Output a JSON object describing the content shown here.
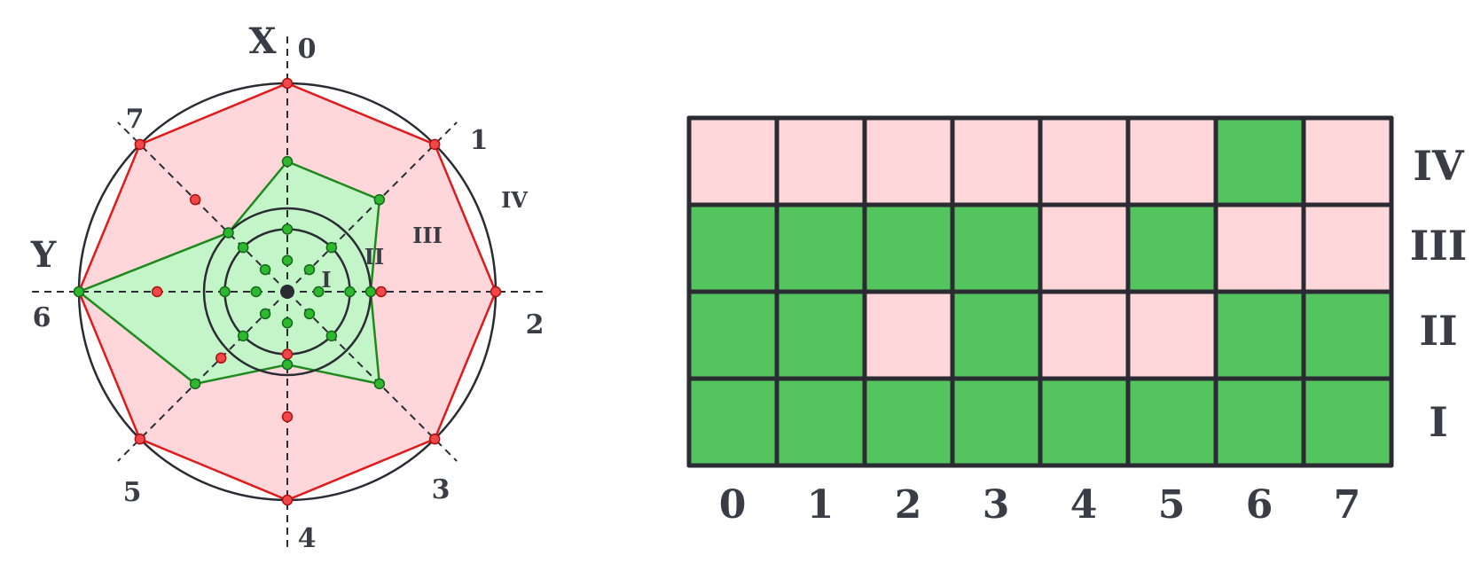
{
  "radar": {
    "axis_labels": {
      "x": "X",
      "y": "Y"
    },
    "spoke_labels": [
      "0",
      "1",
      "2",
      "3",
      "4",
      "5",
      "6",
      "7"
    ],
    "ring_labels": [
      "I",
      "II",
      "III",
      "IV"
    ],
    "levels_max": 4,
    "outer_polygon_levels": [
      4,
      4,
      4,
      4,
      4,
      4,
      4,
      4
    ],
    "inner_polygon_levels": [
      2.5,
      2.5,
      1.6,
      2.5,
      1.4,
      2.5,
      4,
      1.6
    ],
    "red_marker_levels": [
      [
        4
      ],
      [
        4
      ],
      [
        4,
        1.8
      ],
      [
        4
      ],
      [
        4,
        1.2,
        2.4
      ],
      [
        4,
        1.8
      ],
      [
        4,
        2.5
      ],
      [
        4,
        2.5
      ]
    ],
    "green_marker_levels": [
      [
        0.6,
        1.2,
        2.5
      ],
      [
        0.6,
        1.2,
        2.5
      ],
      [
        0.6,
        1.2,
        1.6
      ],
      [
        0.6,
        1.2,
        2.5
      ],
      [
        0.6,
        1.4
      ],
      [
        0.6,
        1.2,
        2.5
      ],
      [
        0.6,
        1.2,
        4
      ],
      [
        0.6,
        1.2,
        1.6
      ]
    ],
    "colors": {
      "outer_fill": "#ffd6d9",
      "outer_stroke": "#e01a1a",
      "inner_fill": "#c3f5c8",
      "inner_stroke": "#1e8a1e",
      "red_marker": "#f04848",
      "green_marker": "#2eb82e",
      "line": "#2b2b33"
    }
  },
  "grid": {
    "column_labels": [
      "0",
      "1",
      "2",
      "3",
      "4",
      "5",
      "6",
      "7"
    ],
    "row_labels": [
      "IV",
      "III",
      "II",
      "I"
    ],
    "cells": [
      [
        "pink",
        "pink",
        "pink",
        "pink",
        "pink",
        "pink",
        "green",
        "pink"
      ],
      [
        "green",
        "green",
        "green",
        "green",
        "pink",
        "green",
        "pink",
        "pink"
      ],
      [
        "green",
        "green",
        "pink",
        "green",
        "pink",
        "pink",
        "green",
        "green"
      ],
      [
        "green",
        "green",
        "green",
        "green",
        "green",
        "green",
        "green",
        "green"
      ]
    ],
    "colors": {
      "green": "#54c45e",
      "pink": "#ffd6d9",
      "line": "#2b2b33"
    }
  }
}
